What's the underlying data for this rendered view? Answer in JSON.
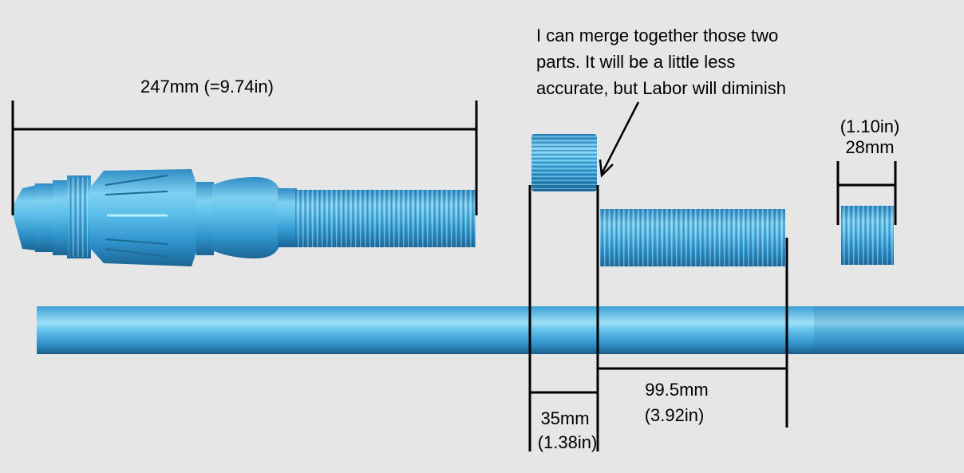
{
  "colors": {
    "background": "#e6e6e6",
    "part_light": "#8fd6f2",
    "part_mid": "#3fa6d8",
    "part_dark": "#1b6fa3",
    "dimension_line": "#000000"
  },
  "annotation": {
    "lines": [
      "I can merge together those two",
      "parts. It will be a little less",
      "accurate, but Labor will diminish"
    ]
  },
  "dimensions": {
    "overall": {
      "metric": "247mm",
      "imperial": "(=9.74in)"
    },
    "small_part": {
      "imperial": "(1.10in)",
      "metric": "28mm"
    },
    "collar": {
      "metric": "35mm",
      "imperial": "(1.38in)"
    },
    "threaded_tube": {
      "metric": "99.5mm",
      "imperial": "(3.92in)"
    }
  },
  "parts": [
    {
      "name": "emitter-assembly"
    },
    {
      "name": "knurled-collar"
    },
    {
      "name": "threaded-tube"
    },
    {
      "name": "threaded-ring"
    },
    {
      "name": "long-rod"
    }
  ]
}
